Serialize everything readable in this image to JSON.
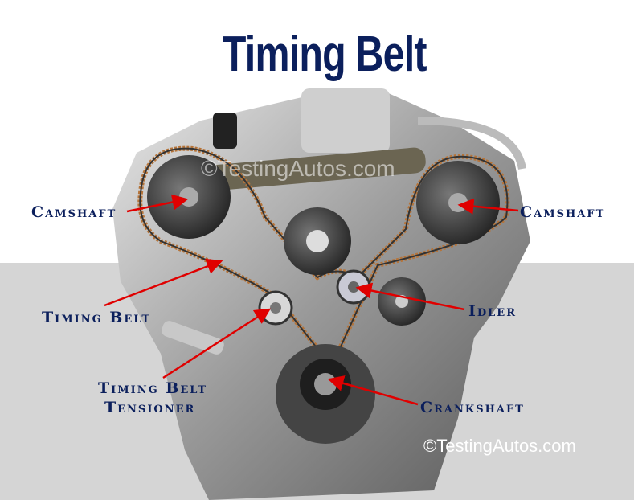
{
  "title": "Timing Belt",
  "labels": {
    "camshaft_left": "Camshaft",
    "camshaft_right": "Camshaft",
    "timing_belt": "Timing Belt",
    "idler": "Idler",
    "tensioner_line1": "Timing Belt",
    "tensioner_line2": "Tensioner",
    "crankshaft": "Crankshaft"
  },
  "watermarks": {
    "top": "©TestingAutos.com",
    "bottom": "©TestingAutos.com"
  },
  "colors": {
    "title": "#0b1f5c",
    "arrow": "#e00000",
    "belt": "#b5743a",
    "background_bottom": "#d5d5d5"
  }
}
